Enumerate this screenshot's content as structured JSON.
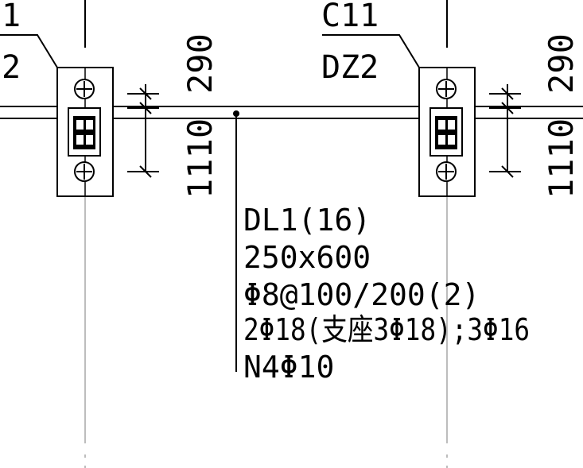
{
  "colors": {
    "background": "#ffffff",
    "ink": "#000000",
    "gridline": "#bdbdbd"
  },
  "left_column": {
    "tag_top": "1",
    "tag_bottom": "2",
    "dim_upper": "290",
    "dim_lower": "1110",
    "top_icon": "circle-plus-icon",
    "bottom_icon": "circle-plus-icon"
  },
  "right_column": {
    "tag_top": "C11",
    "tag_bottom": "DZ2",
    "dim_upper": "290",
    "dim_lower": "1110",
    "top_icon": "circle-plus-icon",
    "bottom_icon": "circle-plus-icon"
  },
  "beam_annotation": {
    "name": "DL1(16)",
    "section": "250x600",
    "stirrups": "Φ8@100/200(2)",
    "longitudinal": "2Φ18(支座3Φ18);3Φ16",
    "side_bars": "N4Φ10"
  }
}
